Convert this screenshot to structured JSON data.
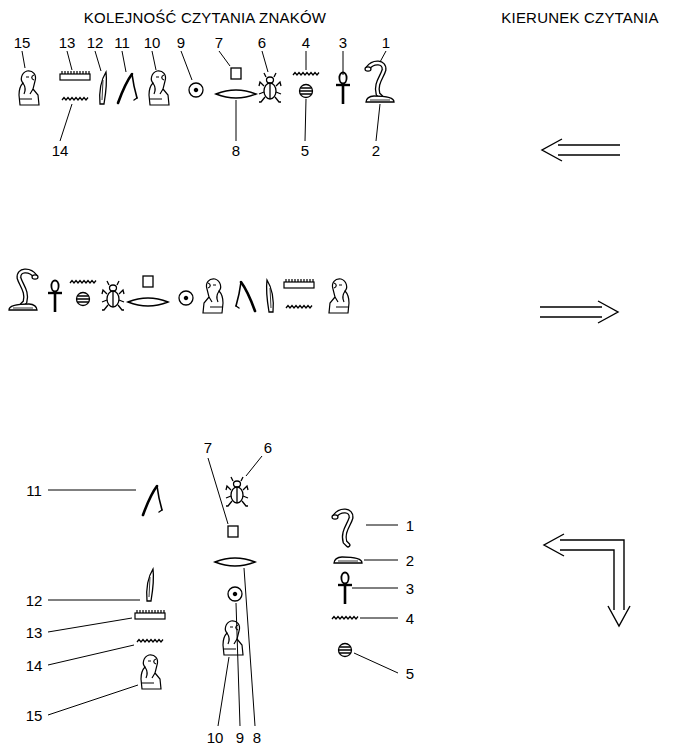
{
  "diagram": {
    "labels": [
      "KOLEJNOŚĆ CZYTANIA ZNAKÓW",
      "KIERUNEK CZYTANIA",
      "15",
      "13",
      "12",
      "11",
      "10",
      "9",
      "7",
      "6",
      "4",
      "3",
      "1",
      "14",
      "8",
      "5",
      "2",
      "7",
      "6",
      "11",
      "1",
      "2",
      "12",
      "3",
      "13",
      "4",
      "14",
      "5",
      "15",
      "10",
      "9",
      "8"
    ]
  }
}
